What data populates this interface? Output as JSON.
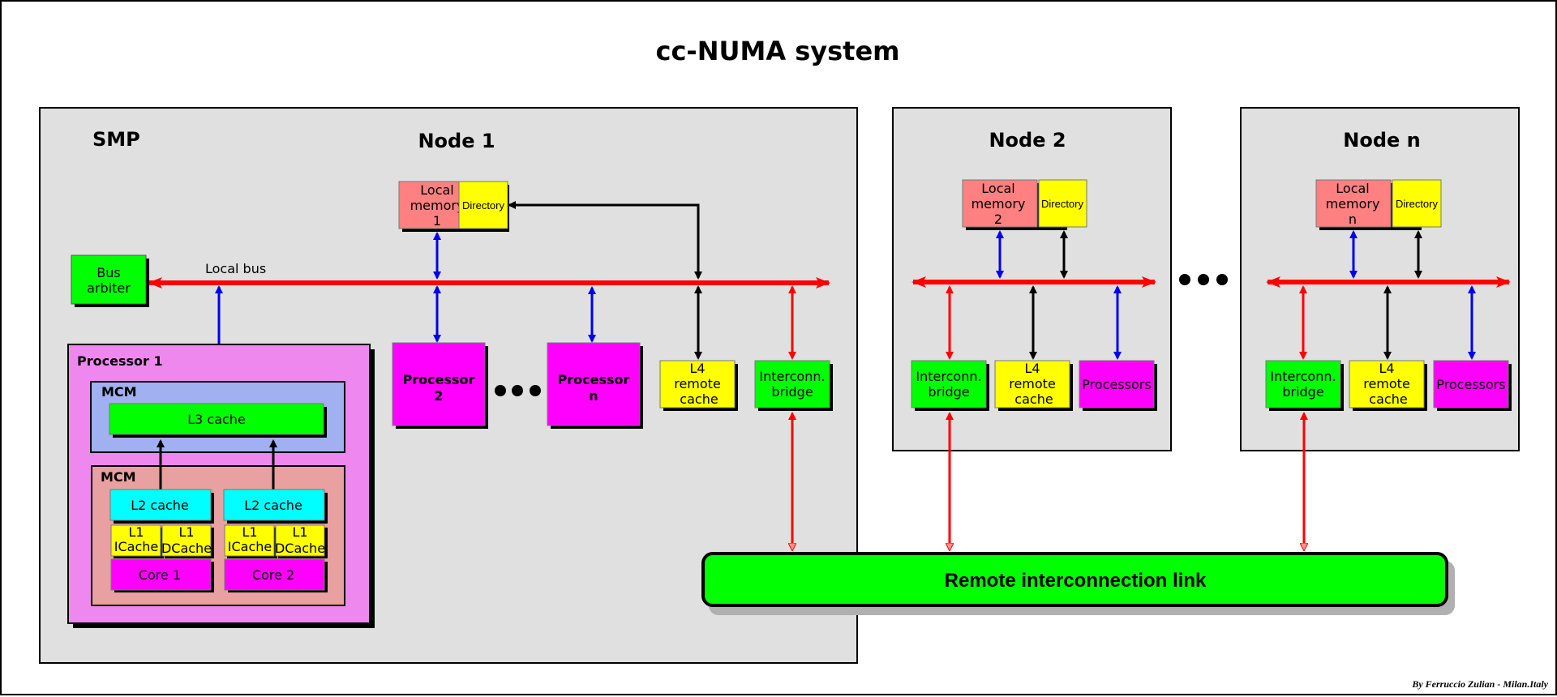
{
  "title": "cc-NUMA system",
  "credit": "By Ferruccio Zulian - Milan.Italy",
  "colors": {
    "node_bg": "#e0e0e0",
    "bus": "#ff0000",
    "proc_bus": "#0000ee",
    "control": "#000000",
    "memory": "#ff8080",
    "directory": "#ffff00",
    "green": "#00ff00",
    "magenta": "#ff00ff",
    "cyan": "#00ffff",
    "processor1_bg": "#ee88ee",
    "mcm_top_bg": "#a0b0f0",
    "mcm_bottom_bg": "#e8a0a0"
  },
  "node1": {
    "smp_label": "SMP",
    "title": "Node 1",
    "bus_label": "Local bus",
    "bus_arbiter": [
      "Bus",
      "arbiter"
    ],
    "local_memory": [
      "Local",
      "memory",
      "1"
    ],
    "directory": "Directory",
    "processor1": {
      "title": "Processor 1",
      "mcm_top": "MCM",
      "l3": "L3 cache",
      "mcm_bottom": "MCM",
      "cores": [
        {
          "l2": "L2 cache",
          "l1i": [
            "L1",
            "ICache"
          ],
          "l1d": [
            "L1",
            "DCache"
          ],
          "core": "Core 1"
        },
        {
          "l2": "L2 cache",
          "l1i": [
            "L1",
            "ICache"
          ],
          "l1d": [
            "L1",
            "DCache"
          ],
          "core": "Core 2"
        }
      ]
    },
    "processor2": [
      "Processor",
      "2"
    ],
    "processorn": [
      "Processor",
      "n"
    ],
    "l4": [
      "L4",
      "remote",
      "cache"
    ],
    "bridge": [
      "Interconn.",
      "bridge"
    ]
  },
  "node2": {
    "title": "Node 2",
    "local_memory": [
      "Local",
      "memory",
      "2"
    ],
    "directory": "Directory",
    "bridge": [
      "Interconn.",
      "bridge"
    ],
    "l4": [
      "L4",
      "remote",
      "cache"
    ],
    "processors": "Processors"
  },
  "noden": {
    "title": "Node n",
    "local_memory": [
      "Local",
      "memory",
      "n"
    ],
    "directory": "Directory",
    "bridge": [
      "Interconn.",
      "bridge"
    ],
    "l4": [
      "L4",
      "remote",
      "cache"
    ],
    "processors": "Processors"
  },
  "remote_link": "Remote interconnection link"
}
